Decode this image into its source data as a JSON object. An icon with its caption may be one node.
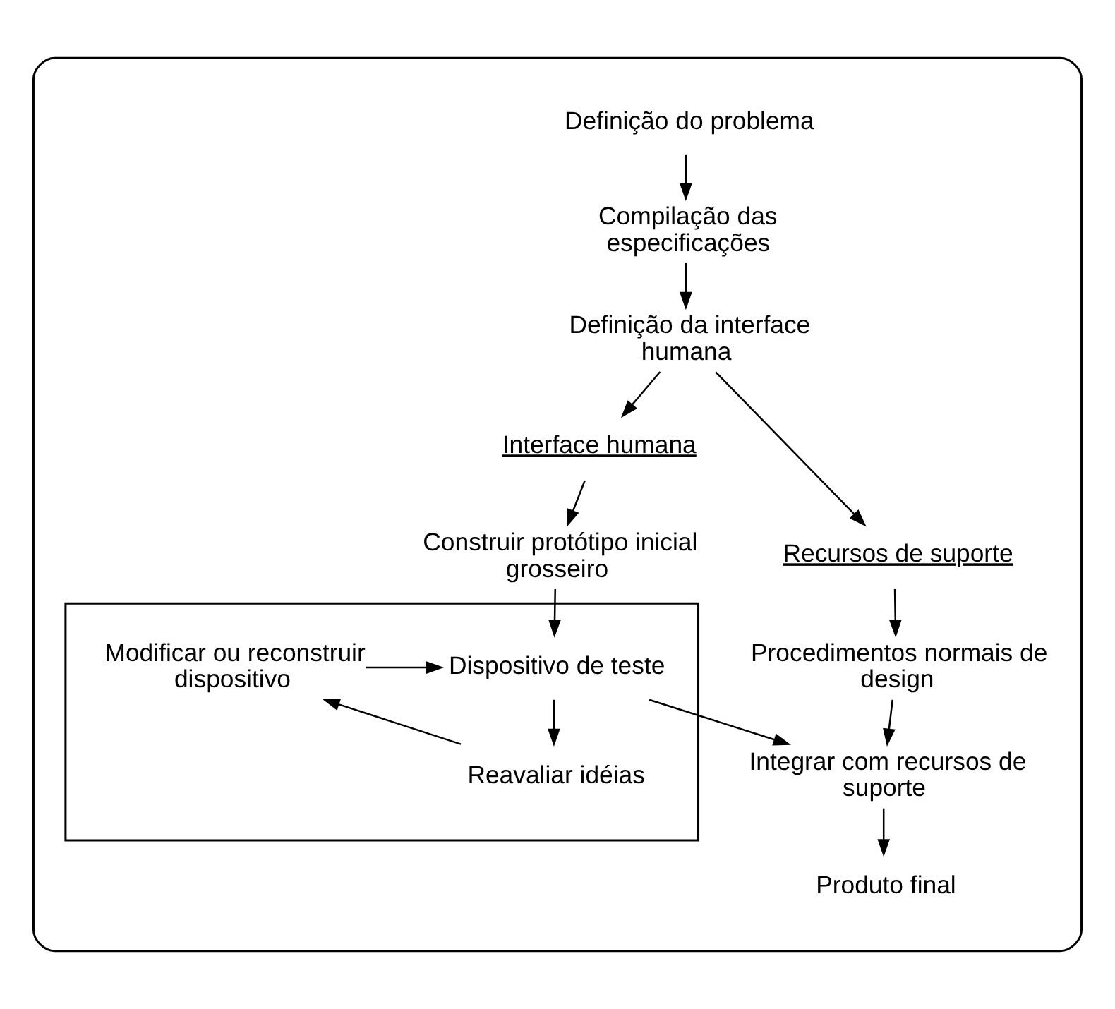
{
  "diagram": {
    "nodes": [
      {
        "text": [],
        "shape": "box"
      },
      {
        "text": [
          "Definição do problema"
        ],
        "in": 0
      },
      {
        "text": [
          "Compilação das especificações"
        ],
        "in": 0
      },
      {
        "text": [
          "Definição da interface humana"
        ],
        "in": 0
      },
      {
        "text": [
          "Interface humana"
        ],
        "in": 0
      },
      {
        "text": [
          "Recursos de suporte"
        ],
        "in": 0
      },
      {
        "text": [
          "Construir protótipo inicial grosseiro"
        ],
        "in": 0
      },
      {
        "text": [
          "Procedimentos normais de design"
        ],
        "in": 0
      },
      {
        "text": [],
        "shape": "box",
        "in": 0
      },
      {
        "text": [
          "Dispositivo de teste"
        ],
        "in": 8
      },
      {
        "text": [
          "Modificar ou reconstruir dispositivo"
        ],
        "in": 8
      },
      {
        "text": [
          "Reavaliar idéias"
        ],
        "in": 8
      },
      {
        "text": [
          "Integrar com recursos de suporte"
        ],
        "in": 0
      },
      {
        "text": [
          "Produto final"
        ],
        "in": 0
      }
    ],
    "edges": [
      {
        "from": 1,
        "to": 2,
        "arrow": "to"
      },
      {
        "from": 2,
        "to": 3,
        "arrow": "to"
      },
      {
        "from": 3,
        "to": 4,
        "arrow": "to"
      },
      {
        "from": 3,
        "to": 5,
        "arrow": "to"
      },
      {
        "from": 4,
        "to": 6,
        "arrow": "to"
      },
      {
        "from": 5,
        "to": 7,
        "arrow": "to"
      },
      {
        "from": 6,
        "to": 9,
        "arrow": "to"
      },
      {
        "from": 10,
        "to": 9,
        "arrow": "to"
      },
      {
        "from": 9,
        "to": 11,
        "arrow": "to"
      },
      {
        "from": 11,
        "to": 10,
        "arrow": "to"
      },
      {
        "from": 9,
        "to": 12,
        "arrow": "to"
      },
      {
        "from": 7,
        "to": 12,
        "arrow": "to"
      },
      {
        "from": 12,
        "to": 13,
        "arrow": "to"
      }
    ]
  }
}
